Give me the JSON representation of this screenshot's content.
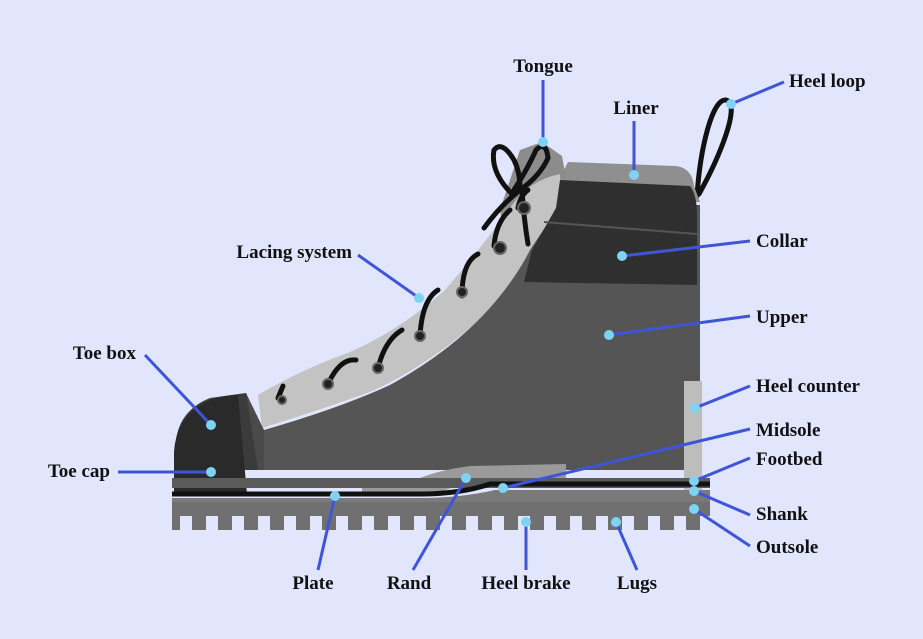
{
  "colors": {
    "background": "#e1e6fd",
    "leader_line": "#3f55d8",
    "marker": "#7fd3f2",
    "upper": "#555555",
    "dark": "#2f2f2f",
    "light": "#bdbdbd",
    "mid": "#8c8c8c",
    "sole": "#6f6f6f",
    "label_text": "#111111"
  },
  "parts": [
    {
      "id": "tongue",
      "label": "Tongue"
    },
    {
      "id": "liner",
      "label": "Liner"
    },
    {
      "id": "heel-loop",
      "label": "Heel loop"
    },
    {
      "id": "lacing-system",
      "label": "Lacing system"
    },
    {
      "id": "collar",
      "label": "Collar"
    },
    {
      "id": "upper",
      "label": "Upper"
    },
    {
      "id": "toe-box",
      "label": "Toe box"
    },
    {
      "id": "heel-counter",
      "label": "Heel counter"
    },
    {
      "id": "midsole",
      "label": "Midsole"
    },
    {
      "id": "footbed",
      "label": "Footbed"
    },
    {
      "id": "toe-cap",
      "label": "Toe cap"
    },
    {
      "id": "shank",
      "label": "Shank"
    },
    {
      "id": "outsole",
      "label": "Outsole"
    },
    {
      "id": "plate",
      "label": "Plate"
    },
    {
      "id": "rand",
      "label": "Rand"
    },
    {
      "id": "heel-brake",
      "label": "Heel brake"
    },
    {
      "id": "lugs",
      "label": "Lugs"
    }
  ]
}
